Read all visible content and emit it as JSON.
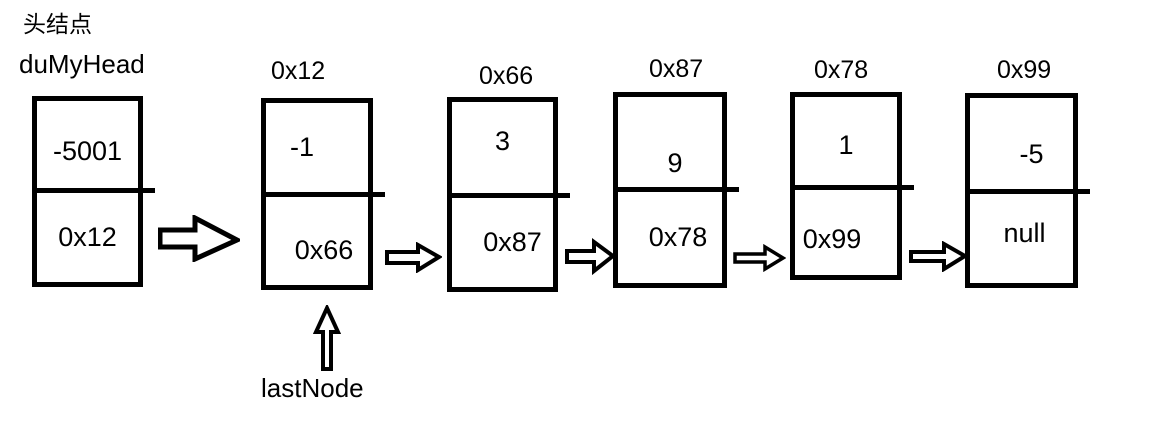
{
  "labels": {
    "head": "头结点",
    "head_var": "duMyHead",
    "last_node": "lastNode"
  },
  "nodes": [
    {
      "address": "",
      "value": "-5001",
      "next": "0x12"
    },
    {
      "address": "0x12",
      "value": "-1",
      "next": "0x66"
    },
    {
      "address": "0x66",
      "value": "3",
      "next": "0x87"
    },
    {
      "address": "0x87",
      "value": "9",
      "next": "0x78"
    },
    {
      "address": "0x78",
      "value": "1",
      "next": "0x99"
    },
    {
      "address": "0x99",
      "value": "-5",
      "next": "null"
    }
  ],
  "icons": {
    "next_pointer": "right-block-arrow",
    "last_node_pointer": "up-block-arrow"
  },
  "colors": {
    "ink": "#000000",
    "background": "#ffffff"
  }
}
